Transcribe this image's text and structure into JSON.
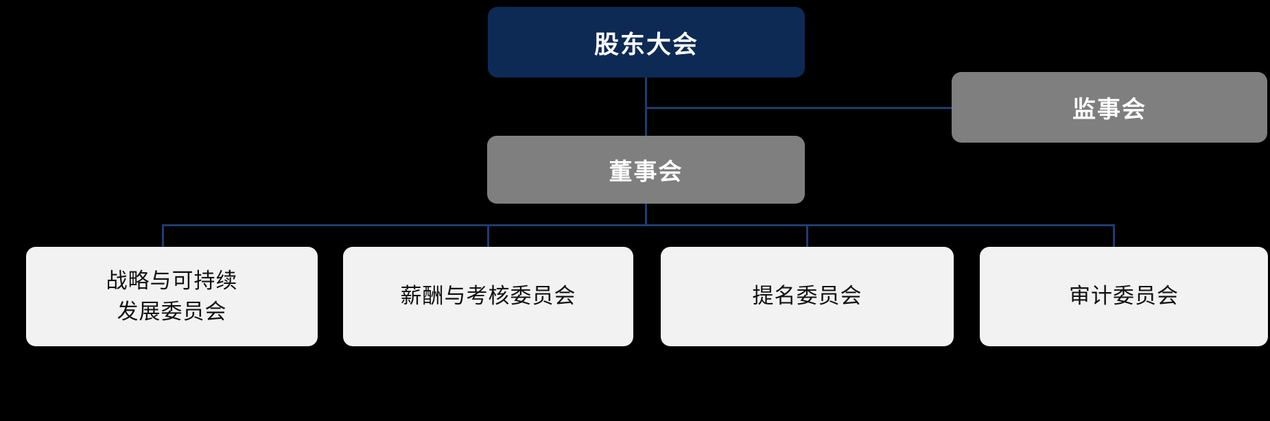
{
  "colors": {
    "background": "#000000",
    "primary_navy": "#0d2a55",
    "secondary_gray": "#7f7f7f",
    "committee_box": "#f2f2f2",
    "connector_line": "#1e3d70",
    "text_on_dark": "#ffffff",
    "text_on_light": "#111111"
  },
  "org_chart": {
    "shareholders_meeting": {
      "label": "股东大会"
    },
    "supervisory_board": {
      "label": "监事会"
    },
    "board_of_directors": {
      "label": "董事会"
    },
    "committees": [
      {
        "lines": [
          "战略与可持续",
          "发展委员会"
        ]
      },
      {
        "lines": [
          "薪酬与考核委员会"
        ]
      },
      {
        "lines": [
          "提名委员会"
        ]
      },
      {
        "lines": [
          "审计委员会"
        ]
      }
    ]
  }
}
